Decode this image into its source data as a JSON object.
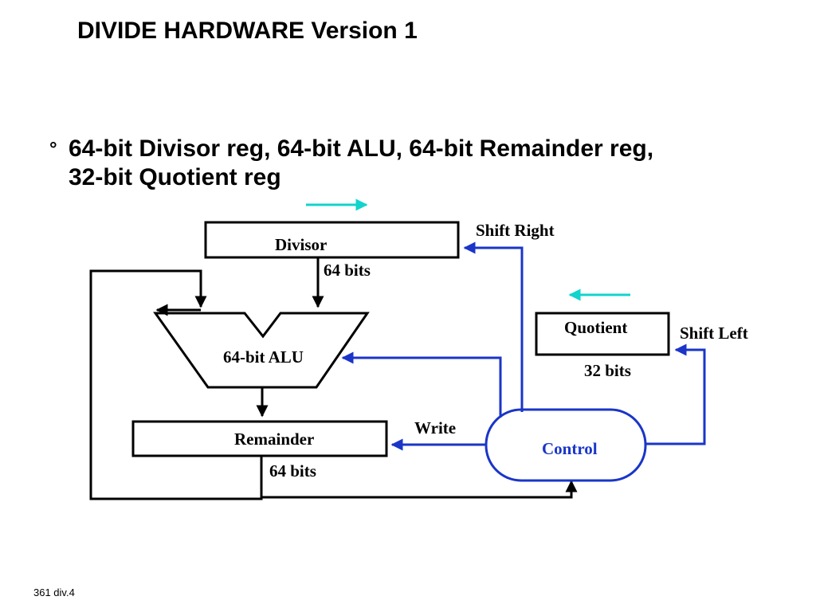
{
  "title": "DIVIDE HARDWARE Version 1",
  "bullet": {
    "mark": "°",
    "line1": "64-bit Divisor reg, 64-bit ALU, 64-bit Remainder reg,",
    "line2": "32-bit Quotient reg"
  },
  "diagram": {
    "divisor_label": "Divisor",
    "divisor_bits": "64 bits",
    "alu_label": "64-bit ALU",
    "remainder_label": "Remainder",
    "remainder_bits": "64 bits",
    "quotient_label": "Quotient",
    "quotient_bits": "32 bits",
    "control_label": "Control",
    "shift_right": "Shift Right",
    "shift_left": "Shift Left",
    "write": "Write"
  },
  "colors": {
    "control_blue": "#1a35c8",
    "shift_arrow_cyan": "#11d4cc"
  },
  "footer": "361 div.4"
}
